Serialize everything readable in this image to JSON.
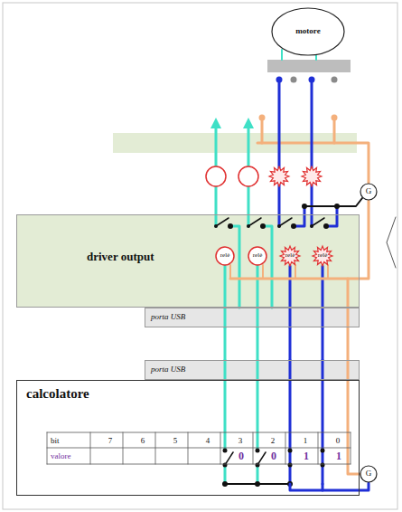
{
  "diagram": {
    "nodes": [
      {
        "text": [
          "motore"
        ]
      },
      {
        "text": [
          "driver output"
        ]
      },
      {
        "text": [
          "relè"
        ],
        "in": 1
      },
      {
        "text": [
          "relè"
        ],
        "in": 1
      },
      {
        "text": [
          "relè"
        ],
        "in": 1
      },
      {
        "text": [
          "relè"
        ],
        "in": 1
      },
      {
        "text": [
          "porta USB"
        ]
      },
      {
        "text": [
          "porta USB"
        ]
      },
      {
        "text": [
          "calcolatore"
        ]
      },
      {
        "text": [
          "G"
        ]
      },
      {
        "text": [
          "G"
        ]
      }
    ],
    "edges": [
      {
        "from": 7,
        "to": 6,
        "arrow": "none"
      }
    ],
    "labels": [
      "bit",
      "7",
      "6",
      "5",
      "4",
      "3",
      "2",
      "1",
      "0",
      "valore",
      "0",
      "0",
      "1",
      "1"
    ]
  }
}
